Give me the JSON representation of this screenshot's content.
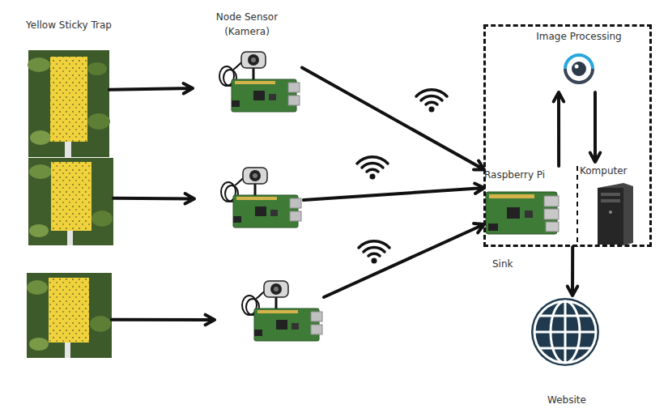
{
  "diagram": {
    "nodes": [
      {
        "text": [
          "Yellow Sticky Trap"
        ]
      },
      {
        "text": [
          "Node Sensor (Kamera)"
        ]
      },
      {
        "text": []
      },
      {
        "text": []
      },
      {
        "text": []
      },
      {
        "text": []
      },
      {
        "text": [
          "Sink"
        ]
      },
      {
        "text": [
          "Image Processing"
        ],
        "in": 6
      },
      {
        "text": [
          "Raspberry Pi"
        ],
        "in": 6
      },
      {
        "text": [
          "Komputer"
        ],
        "in": 6
      },
      {
        "text": [
          "Website"
        ]
      }
    ],
    "edges": [
      {
        "from": 0,
        "to": 1,
        "arrow": "to"
      },
      {
        "from": 2,
        "to": 3,
        "arrow": "to"
      },
      {
        "from": 4,
        "to": 5,
        "arrow": "to"
      },
      {
        "from": 1,
        "to": 8,
        "arrow": "to"
      },
      {
        "from": 3,
        "to": 8,
        "arrow": "to"
      },
      {
        "from": 5,
        "to": 8,
        "arrow": "to"
      },
      {
        "from": 8,
        "to": 7,
        "arrow": "to"
      },
      {
        "from": 7,
        "to": 9,
        "arrow": "to"
      },
      {
        "from": 6,
        "to": 10,
        "arrow": "to"
      }
    ]
  }
}
